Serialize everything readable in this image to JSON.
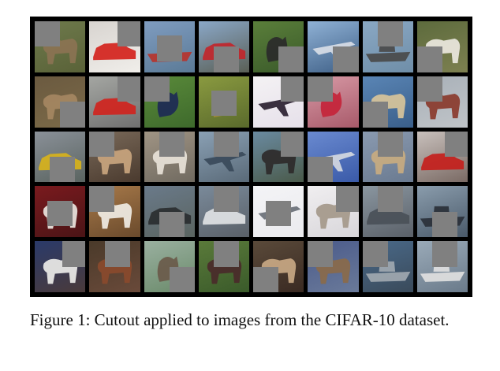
{
  "figure": {
    "caption": "Figure 1:  Cutout applied to images from the CIFAR-10 dataset.",
    "rows": [
      [
        {
          "subject": "deer",
          "bg": [
            "#6e7a4c",
            "#5a6238"
          ],
          "fg": "#8b7353",
          "fg_shape": "animal",
          "patch": "top-left"
        },
        {
          "subject": "red car",
          "bg": [
            "#d8d4d0",
            "#f0eeea"
          ],
          "fg": "#d4231c",
          "fg_shape": "car",
          "patch": "top-right"
        },
        {
          "subject": "boat",
          "bg": [
            "#7f9cc0",
            "#5b7a96"
          ],
          "fg": "#b6342c",
          "fg_shape": "boat",
          "patch": "center"
        },
        {
          "subject": "car on road",
          "bg": [
            "#8aa7c7",
            "#5a5f55"
          ],
          "fg": "#c1262b",
          "fg_shape": "car",
          "patch": "bottom-center"
        },
        {
          "subject": "bird",
          "bg": [
            "#5a7e3a",
            "#3a5a2a"
          ],
          "fg": "#2a2a2a",
          "fg_shape": "bird",
          "patch": "bottom-right"
        },
        {
          "subject": "airplane",
          "bg": [
            "#8fb1d5",
            "#3e5f86"
          ],
          "fg": "#d8dde6",
          "fg_shape": "plane",
          "patch": "bottom-right"
        },
        {
          "subject": "ship",
          "bg": [
            "#8aa8c4",
            "#6f8ea8"
          ],
          "fg": "#4a4a4a",
          "fg_shape": "boat",
          "patch": "top-center"
        },
        {
          "subject": "horse",
          "bg": [
            "#5d6b3d",
            "#7d8050"
          ],
          "fg": "#ece8e0",
          "fg_shape": "animal",
          "patch": "bottom-left"
        }
      ],
      [
        {
          "subject": "frog",
          "bg": [
            "#6b5a40",
            "#7b6a48"
          ],
          "fg": "#a58762",
          "fg_shape": "animal",
          "patch": "bottom-right"
        },
        {
          "subject": "fire truck",
          "bg": [
            "#a4a6a2",
            "#707070"
          ],
          "fg": "#d0241e",
          "fg_shape": "car",
          "patch": "top-right"
        },
        {
          "subject": "bird",
          "bg": [
            "#5a8a3a",
            "#3e6a2c"
          ],
          "fg": "#1d2a55",
          "fg_shape": "bird",
          "patch": "top-left"
        },
        {
          "subject": "bird",
          "bg": [
            "#8a9a40",
            "#5a6a2c"
          ],
          "fg": "#a48a3c",
          "fg_shape": "bird",
          "patch": "center"
        },
        {
          "subject": "airplane",
          "bg": [
            "#f4f2f4",
            "#e6e0ea"
          ],
          "fg": "#2a2030",
          "fg_shape": "plane",
          "patch": "top-right"
        },
        {
          "subject": "bird",
          "bg": [
            "#d89aa6",
            "#a85a6a"
          ],
          "fg": "#c4243a",
          "fg_shape": "bird",
          "patch": "top-left"
        },
        {
          "subject": "dog",
          "bg": [
            "#5a85b5",
            "#3a5f8a"
          ],
          "fg": "#d8c49a",
          "fg_shape": "animal",
          "patch": "bottom-left"
        },
        {
          "subject": "horse",
          "bg": [
            "#a8b0b8",
            "#c0c4c8"
          ],
          "fg": "#8a3a2c",
          "fg_shape": "animal",
          "patch": "top-left"
        }
      ],
      [
        {
          "subject": "truck",
          "bg": [
            "#8a9098",
            "#5a6460"
          ],
          "fg": "#d7b21c",
          "fg_shape": "car",
          "patch": "bottom-center"
        },
        {
          "subject": "cat",
          "bg": [
            "#7a6a5a",
            "#4a3a2e"
          ],
          "fg": "#c9a57e",
          "fg_shape": "animal",
          "patch": "top-left"
        },
        {
          "subject": "dog",
          "bg": [
            "#a09484",
            "#706a60"
          ],
          "fg": "#e8e2d8",
          "fg_shape": "animal",
          "patch": "top-center"
        },
        {
          "subject": "airplane",
          "bg": [
            "#8aa0b4",
            "#5a6a78"
          ],
          "fg": "#3a4a5a",
          "fg_shape": "plane",
          "patch": "top-center"
        },
        {
          "subject": "horse",
          "bg": [
            "#6a8aa0",
            "#4a5a4a"
          ],
          "fg": "#2e2a2a",
          "fg_shape": "animal",
          "patch": "top-right"
        },
        {
          "subject": "airplane",
          "bg": [
            "#6a8ad0",
            "#3a5aa8"
          ],
          "fg": "#d4d8e0",
          "fg_shape": "plane",
          "patch": "bottom-left"
        },
        {
          "subject": "cat",
          "bg": [
            "#8a9ab0",
            "#6a7a90"
          ],
          "fg": "#c8ab80",
          "fg_shape": "animal",
          "patch": "top-center"
        },
        {
          "subject": "fire truck",
          "bg": [
            "#c8c0bc",
            "#7a6a64"
          ],
          "fg": "#c4201c",
          "fg_shape": "car",
          "patch": "top-right"
        }
      ],
      [
        {
          "subject": "dog",
          "bg": [
            "#7a1a1e",
            "#4a1416"
          ],
          "fg": "#eae6e0",
          "fg_shape": "animal",
          "patch": "center"
        },
        {
          "subject": "horse",
          "bg": [
            "#a87a4a",
            "#6a4a2c"
          ],
          "fg": "#f0ece4",
          "fg_shape": "animal",
          "patch": "top-left"
        },
        {
          "subject": "car",
          "bg": [
            "#6a7a8a",
            "#5a6460"
          ],
          "fg": "#2a2e30",
          "fg_shape": "car",
          "patch": "bottom-center"
        },
        {
          "subject": "car",
          "bg": [
            "#7a8a9a",
            "#5a6068"
          ],
          "fg": "#e0e2e4",
          "fg_shape": "car",
          "patch": "top-center"
        },
        {
          "subject": "airplane",
          "bg": [
            "#f4f4f6",
            "#eaeaee"
          ],
          "fg": "#6a7078",
          "fg_shape": "plane",
          "patch": "center"
        },
        {
          "subject": "cat",
          "bg": [
            "#f0eef0",
            "#d8d6da"
          ],
          "fg": "#a4988a",
          "fg_shape": "animal",
          "patch": "top-right"
        },
        {
          "subject": "car",
          "bg": [
            "#8a96a0",
            "#5a6068"
          ],
          "fg": "#4a5058",
          "fg_shape": "car",
          "patch": "top-center"
        },
        {
          "subject": "ship",
          "bg": [
            "#8a9cac",
            "#4a5a6a"
          ],
          "fg": "#2a3038",
          "fg_shape": "boat",
          "patch": "bottom-center"
        }
      ],
      [
        {
          "subject": "horse",
          "bg": [
            "#2a3a6a",
            "#4a3a3a"
          ],
          "fg": "#ecebe8",
          "fg_shape": "animal",
          "patch": "top-right"
        },
        {
          "subject": "horse",
          "bg": [
            "#4a3a2a",
            "#6a4a3a"
          ],
          "fg": "#8a4a2c",
          "fg_shape": "animal",
          "patch": "top-center"
        },
        {
          "subject": "bird",
          "bg": [
            "#9ab0a0",
            "#6a8a6a"
          ],
          "fg": "#6a5a4a",
          "fg_shape": "bird",
          "patch": "bottom-right"
        },
        {
          "subject": "horse",
          "bg": [
            "#5a7a3a",
            "#3a5a2a"
          ],
          "fg": "#4a2a2a",
          "fg_shape": "animal",
          "patch": "top-center"
        },
        {
          "subject": "dog",
          "bg": [
            "#5a4a3a",
            "#3a2a22"
          ],
          "fg": "#c8a884",
          "fg_shape": "animal",
          "patch": "bottom-left"
        },
        {
          "subject": "deer",
          "bg": [
            "#4a5a8a",
            "#6a7a9a"
          ],
          "fg": "#8a6a4a",
          "fg_shape": "animal",
          "patch": "top-left"
        },
        {
          "subject": "ship",
          "bg": [
            "#4a6a8a",
            "#3a4a5a"
          ],
          "fg": "#a0a8b0",
          "fg_shape": "boat",
          "patch": "top-left"
        },
        {
          "subject": "ship",
          "bg": [
            "#9aaab8",
            "#6a7a8a"
          ],
          "fg": "#e0e0e0",
          "fg_shape": "boat",
          "patch": "top-center"
        }
      ]
    ]
  }
}
